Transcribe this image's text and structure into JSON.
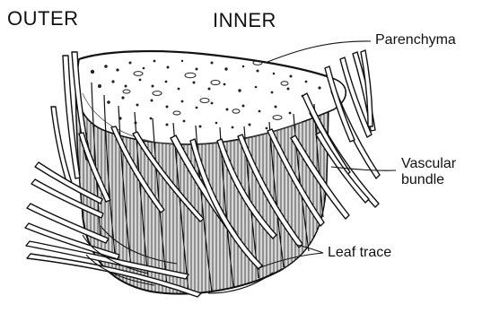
{
  "labels": {
    "outer": "OUTER",
    "inner": "INNER",
    "parenchyma": "Parenchyma",
    "vascular_bundle_line1": "Vascular",
    "vascular_bundle_line2": "bundle",
    "leaf_trace": "Leaf trace"
  }
}
